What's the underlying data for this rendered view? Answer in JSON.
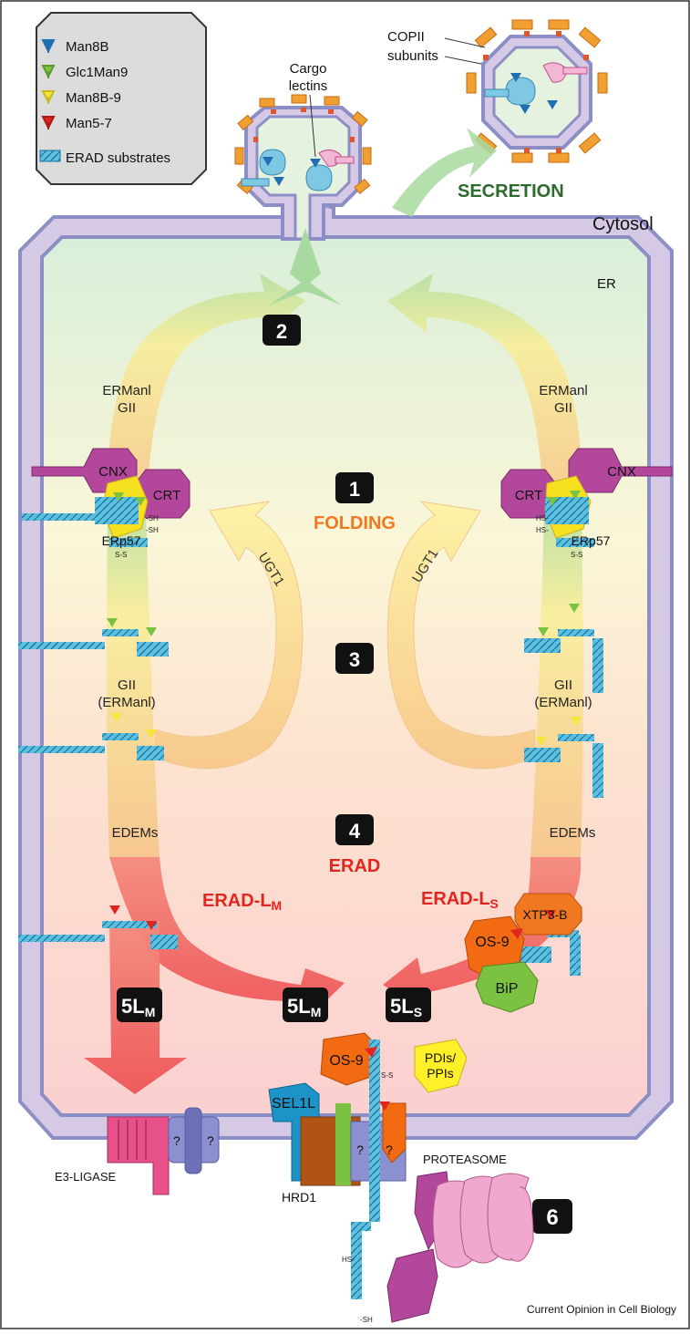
{
  "legend": {
    "items": [
      {
        "label": "Man8B",
        "color": "#1f6fb4"
      },
      {
        "label": "Glc1Man9",
        "color": "#7cc242"
      },
      {
        "label": "Man8B-9",
        "color": "#f6e63a"
      },
      {
        "label": "Man5-7",
        "color": "#e0261f"
      },
      {
        "label": "ERAD substrates",
        "color": "#5bbfe0"
      }
    ]
  },
  "compartments": {
    "cytosol": "Cytosol",
    "er": "ER"
  },
  "secretion": {
    "copii": "COPII",
    "subunits": "subunits",
    "cargo_line1": "Cargo",
    "cargo_line2": "lectins",
    "label": "SECRETION"
  },
  "steps": {
    "s1": "1",
    "folding": "FOLDING",
    "s2": "2",
    "s3": "3",
    "s4": "4",
    "erad": "ERAD",
    "s5_left": "5L",
    "s5_left_sub": "M",
    "s5_mid": "5L",
    "s5_mid_sub": "M",
    "s5_right": "5L",
    "s5_right_sub": "S",
    "s6": "6"
  },
  "labels": {
    "ermanl_gii_l1": "ERManl",
    "ermanl_gii_l2": "GII",
    "ermanl_gii_r1": "ERManl",
    "ermanl_gii_r2": "GII",
    "ugt1_left": "UGT1",
    "ugt1_right": "UGT1",
    "gii_left_1": "GII",
    "gii_left_2": "(ERManl)",
    "gii_right_1": "GII",
    "gii_right_2": "(ERManl)",
    "edems_left": "EDEMs",
    "edems_right": "EDEMs",
    "erad_lm": "ERAD-L",
    "erad_lm_sub": "M",
    "erad_ls": "ERAD-L",
    "erad_ls_sub": "S"
  },
  "proteins": {
    "cnx_left": "CNX",
    "crt_left": "CRT",
    "erp57_left": "ERp57",
    "cnx_right": "CNX",
    "crt_right": "CRT",
    "erp57_right": "ERp57",
    "xtp3b": "XTP3-B",
    "os9_right": "OS-9",
    "bip": "BiP",
    "os9_mid": "OS-9",
    "pdis_1": "PDIs/",
    "pdis_2": "PPIs",
    "sel1l": "SEL1L",
    "hrd1": "HRD1",
    "e3": "E3-LIGASE",
    "q1": "?",
    "q2": "?",
    "q3": "?",
    "q4": "?",
    "proteasome": "PROTEASOME"
  },
  "bonds": {
    "sh": "-SH",
    "hs": "HS-",
    "ss": "S-S"
  },
  "footer": "Current Opinion in Cell Biology"
}
